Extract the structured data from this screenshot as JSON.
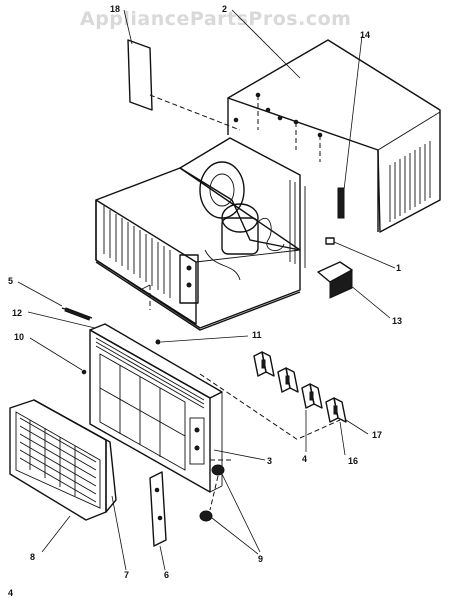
{
  "watermark": "AppliancePartsPros.com",
  "page_number": "4",
  "callouts": {
    "c2": "2",
    "c18": "18",
    "c14": "14",
    "c1": "1",
    "c13": "13",
    "c5": "5",
    "c12": "12",
    "c11": "11",
    "c10": "10",
    "c3": "3",
    "c4": "4",
    "c16": "16",
    "c17": "17",
    "c8": "8",
    "c7": "7",
    "c6": "6",
    "c9": "9"
  }
}
